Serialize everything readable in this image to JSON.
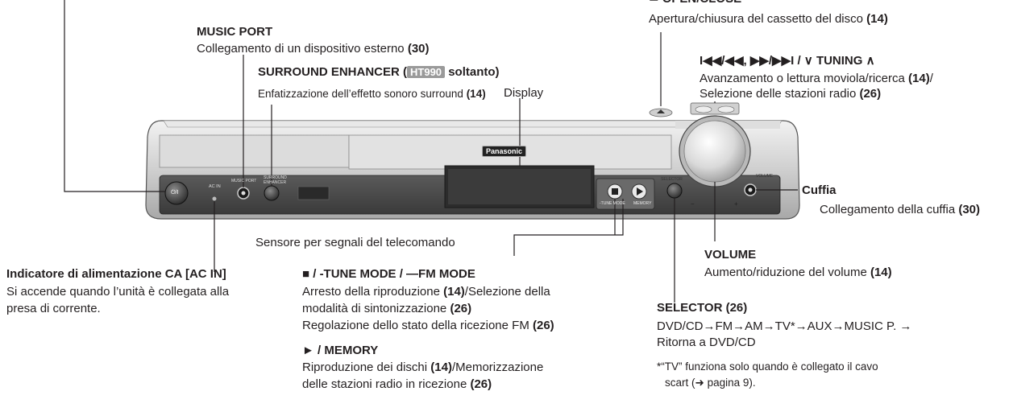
{
  "labels": {
    "open_close": {
      "title": "≜ OPEN/CLOSE",
      "desc": "Apertura/chiusura del cassetto del disco",
      "ref": "(14)"
    },
    "music_port": {
      "title": "MUSIC PORT",
      "desc": "Collegamento di un dispositivo esterno",
      "ref": "(30)"
    },
    "surround": {
      "title_pre": "SURROUND ENHANCER (",
      "badge": "HT990",
      "title_post": "soltanto)",
      "desc": "Enfatizzazione dell’effetto sonoro surround",
      "ref": "(14)"
    },
    "display": {
      "title": "Display"
    },
    "tuning": {
      "title": "I◀◀/◀◀, ▶▶/▶▶I / ∨ TUNING ∧",
      "desc1": "Avanzamento o lettura moviola/ricerca",
      "ref1": "(14)",
      "desc1_tail": "/",
      "desc2": "Selezione delle stazioni radio",
      "ref2": "(26)"
    },
    "cuffia": {
      "title": "Cuffia",
      "desc": "Collegamento della cuffia",
      "ref": "(30)"
    },
    "sensor": {
      "title": "Sensore per segnali del telecomando"
    },
    "ac_in": {
      "title": "Indicatore di alimentazione CA [AC IN]",
      "desc1": "Si accende quando l’unità è collegata alla",
      "desc2": "presa di corrente."
    },
    "tune_mode": {
      "title": "■ / -TUNE MODE / —FM MODE",
      "l1": "Arresto della riproduzione",
      "l1_ref": "(14)",
      "l1_tail": "/Selezione della",
      "l2": "modalità di sintonizzazione",
      "l2_ref": "(26)",
      "l3": "Regolazione dello stato della ricezione FM",
      "l3_ref": "(26)"
    },
    "memory": {
      "title": "► / MEMORY",
      "l1": "Riproduzione dei dischi",
      "l1_ref": "(14)",
      "l1_tail": "/Memorizzazione",
      "l2": "delle stazioni radio in ricezione",
      "l2_ref": "(26)"
    },
    "volume": {
      "title": "VOLUME",
      "desc": "Aumento/riduzione del volume",
      "ref": "(14)"
    },
    "selector": {
      "title": "SELECTOR (26)",
      "line1": "DVD/CD→FM→AM→TV*→AUX→MUSIC P. →",
      "line2": "Ritorna a DVD/CD",
      "note1": "*“TV” funziona solo quando è collegato il cavo",
      "note2": "scart (➜ pagina 9)."
    }
  },
  "device": {
    "brand": "Panasonic",
    "power_symbol": "⏻/I",
    "ac_in_label": "AC IN",
    "music_port_label": "MUSIC PORT",
    "surround_label1": "SURROUND",
    "surround_label2": "ENHANCER",
    "selector_label": "SELECTOR",
    "volume_label": "VOLUME",
    "stop_sub": "-TUNE MODE",
    "play_sub": "MEMORY",
    "vol_minus": "−",
    "vol_plus": "+"
  },
  "colors": {
    "body_silver": "#d4d4d4",
    "panel_dark": "#4a4a4a",
    "badge_gray": "#9a9a9a"
  }
}
